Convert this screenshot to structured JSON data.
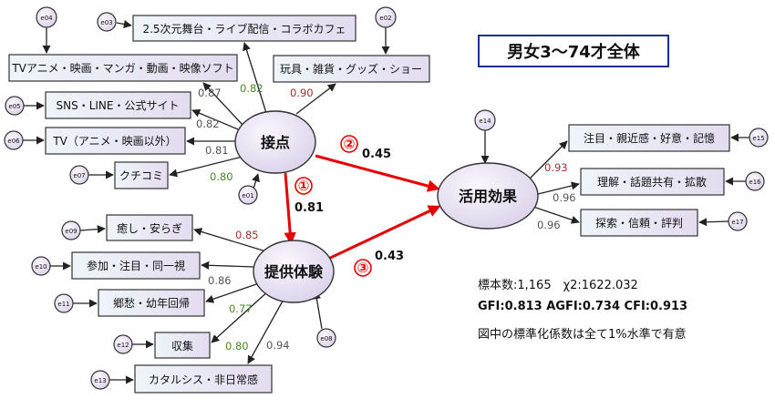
{
  "title": "男女3～74才全体",
  "stats": {
    "sample": "標本数:1,165　χ2:1622.032",
    "fit": "GFI:0.813 AGFI:0.734 CFI:0.913",
    "note": "図中の標準化係数は全て1%水準で有意"
  },
  "latents": {
    "touchpoint": "接点",
    "experience": "提供体験",
    "effect": "活用効果"
  },
  "touch_items": [
    {
      "label": "2.5次元舞台・ライブ配信・コラボカフェ",
      "coef": "0.82",
      "err": "e03"
    },
    {
      "label": "TVアニメ・映画・マンガ・動画・映像ソフト",
      "coef": "0.87",
      "err": "e04"
    },
    {
      "label": "玩具・雑貨・グッズ・ショー",
      "coef": "0.90",
      "err": "e02"
    },
    {
      "label": "SNS・LINE・公式サイト",
      "coef": "0.82",
      "err": "e05"
    },
    {
      "label": "TV（アニメ・映画以外）",
      "coef": "0.81",
      "err": "e06"
    },
    {
      "label": "クチコミ",
      "coef": "0.80",
      "err": "e07"
    }
  ],
  "touch_err": "e01",
  "exp_items": [
    {
      "label": "癒し・安らぎ",
      "coef": "0.85",
      "err": "e09"
    },
    {
      "label": "参加・注目・同一視",
      "coef": "0.86",
      "err": "e10"
    },
    {
      "label": "郷愁・幼年回帰",
      "coef": "0.77",
      "err": "e11"
    },
    {
      "label": "収集",
      "coef": "0.80",
      "err": "e12"
    },
    {
      "label": "カタルシス・非日常感",
      "coef": "0.94",
      "err": "e13"
    }
  ],
  "exp_err": "e08",
  "effect_items": [
    {
      "label": "注目・親近感・好意・記憶",
      "coef": "0.93",
      "err": "e15"
    },
    {
      "label": "理解・話題共有・拡散",
      "coef": "0.96",
      "err": "e16"
    },
    {
      "label": "探索・信頼・評判",
      "coef": "0.96",
      "err": "e17"
    }
  ],
  "effect_err": "e14",
  "paths": [
    {
      "num": "①",
      "coef": "0.81"
    },
    {
      "num": "②",
      "coef": "0.45"
    },
    {
      "num": "③",
      "coef": "0.43"
    }
  ],
  "colors": {
    "arrow_red": "#e60000",
    "coef_gray": "#555555",
    "coef_green": "#4a8a2a",
    "coef_red": "#a03030",
    "title_border": "#1f2f8f"
  }
}
